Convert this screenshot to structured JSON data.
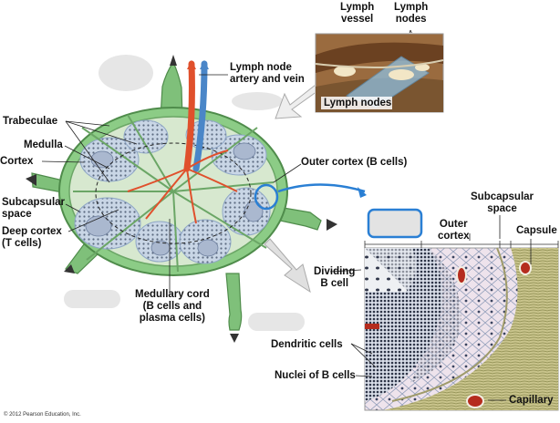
{
  "labels": {
    "lymph_vessel": "Lymph\nvessel",
    "lymph_nodes_top": "Lymph\nnodes",
    "artery_vein": "Lymph node\nartery and vein",
    "lymph_nodes_photo": "Lymph nodes",
    "trabeculae": "Trabeculae",
    "medulla": "Medulla",
    "cortex": "Cortex",
    "subcapsular_space_left": "Subcapsular\nspace",
    "deep_cortex": "Deep cortex\n(T cells)",
    "outer_cortex_b": "Outer cortex (B cells)",
    "medullary_cord": "Medullary cord\n(B cells and\nplasma cells)",
    "subcapsular_space_right": "Subcapsular\nspace",
    "outer_cortex": "Outer\ncortex",
    "capsule": "Capsule",
    "dividing_b_cell": "Dividing\nB cell",
    "dendritic_cells": "Dendritic cells",
    "nuclei_b_cells": "Nuclei of B cells",
    "capillary": "Capillary",
    "copyright": "© 2012 Pearson Education, Inc."
  },
  "colors": {
    "capsule_green": "#6db36a",
    "node_fill": "#cfe3c4",
    "cortex_blue": "#b9c8dc",
    "artery_red": "#e0502c",
    "vein_blue": "#4a86c8",
    "callout_blue": "#2a7fd4"
  }
}
